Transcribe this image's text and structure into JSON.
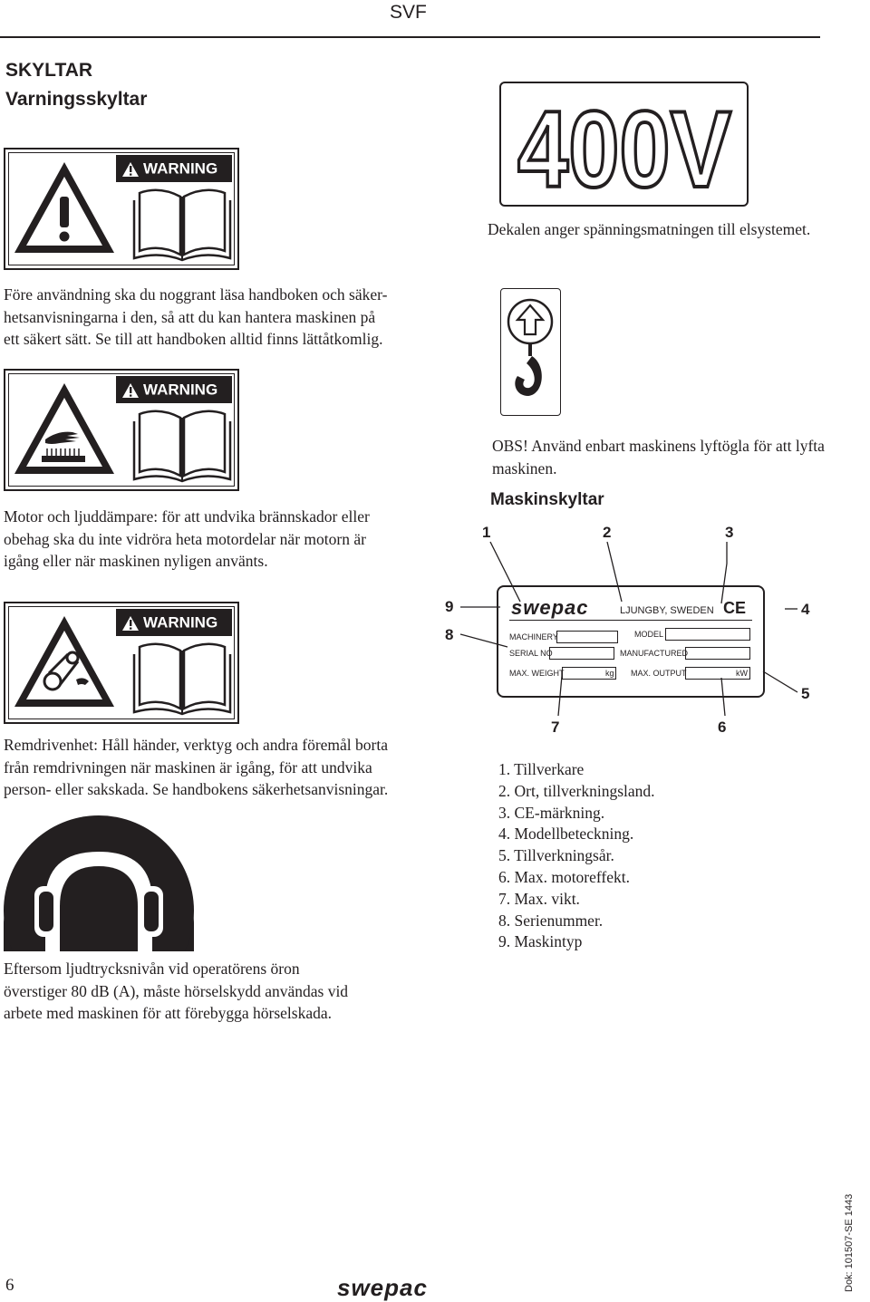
{
  "header": {
    "title": "SVF"
  },
  "section": {
    "title": "SKYLTAR",
    "subtitle": "Varningsskyltar"
  },
  "warning_label": "WARNING",
  "voltage_sign": {
    "text": "400V",
    "caption": "Dekalen anger spänningsmatningen till elsystemet."
  },
  "manual_warning": {
    "text": "Före användning ska du noggrant läsa handboken och säker-\nhetsanvisningarna i den, så att du kan hantera maskinen på\nett säkert sätt. Se till att handboken alltid finns lättåtkomlig."
  },
  "hot_warning": {
    "text": "Motor och ljuddämpare: för att undvika brännskador eller\nobehag ska du inte vidröra heta motordelar när motorn är\nigång eller när maskinen nyligen använts."
  },
  "belt_warning": {
    "text": "Remdrivenhet: Håll händer, verktyg och andra föremål borta\nfrån remdrivningen när maskinen är igång, för att undvika\nperson- eller sakskada. Se handbokens säkerhetsanvisningar."
  },
  "hearing_warning": {
    "text": "Eftersom ljudtrycksnivån vid operatörens öron\növerstiger 80 dB (A), måste hörselskydd användas vid\narbete med maskinen för att förebygga hörselskada."
  },
  "lift_sign": {
    "caption": "OBS! Använd enbart maskinens lyftögla för att lyfta\nmaskinen."
  },
  "machine_plate": {
    "title": "Maskinskyltar",
    "brand": "swepac",
    "location": "LJUNGBY, SWEDEN",
    "ce_mark": "CE",
    "fields": {
      "machinery": "MACHINERY",
      "model": "MODEL",
      "serial_no": "SERIAL NO",
      "manufactured": "MANUFACTURED",
      "max_weight": "MAX. WEIGHT",
      "weight_unit": "kg",
      "max_output": "MAX. OUTPUT",
      "output_unit": "kW"
    },
    "callouts": [
      "1",
      "2",
      "3",
      "4",
      "5",
      "6",
      "7",
      "8",
      "9"
    ],
    "legend": [
      "1.  Tillverkare",
      "2.  Ort, tillverkningsland.",
      "3.  CE-märkning.",
      "4.  Modellbeteckning.",
      "5.  Tillverkningsår.",
      "6.  Max. motoreffekt.",
      "7.  Max. vikt.",
      "8.  Serienummer.",
      "9.  Maskintyp"
    ]
  },
  "footer": {
    "page_number": "6",
    "logo": "swepac",
    "doc_id": "Dok: 101507-SE 1443"
  }
}
